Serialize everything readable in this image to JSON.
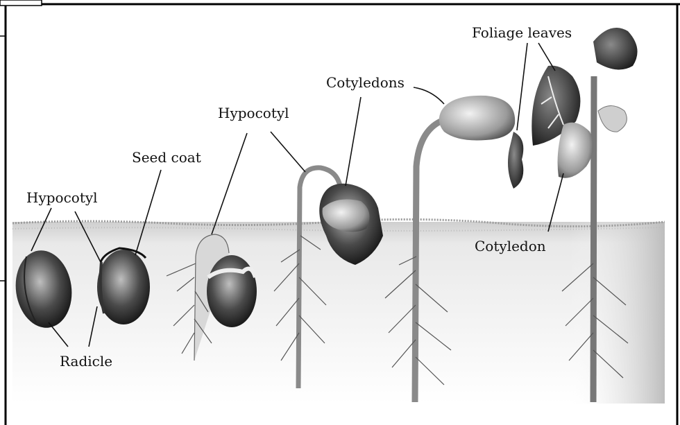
{
  "figure": {
    "labels": {
      "hypocotyl_1": "Hypocotyl",
      "radicle": "Radicle",
      "seed_coat": "Seed coat",
      "hypocotyl_2": "Hypocotyl",
      "cotyledons": "Cotyledons",
      "foliage_leaves": "Foliage leaves",
      "cotyledon": "Cotyledon"
    }
  }
}
